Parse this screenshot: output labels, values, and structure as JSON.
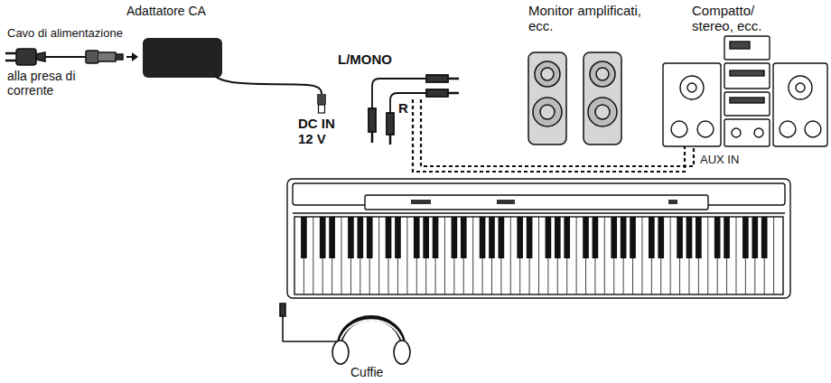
{
  "diagram": {
    "labels": [
      "Adattatore CA",
      "Cavo di alimentazione",
      "alla presa di corrente",
      "DC IN 12 V",
      "L/MONO",
      "R",
      "Monitor amplificati, ecc.",
      "Compatto/ stereo, ecc.",
      "AUX IN",
      "Cuffie"
    ]
  }
}
